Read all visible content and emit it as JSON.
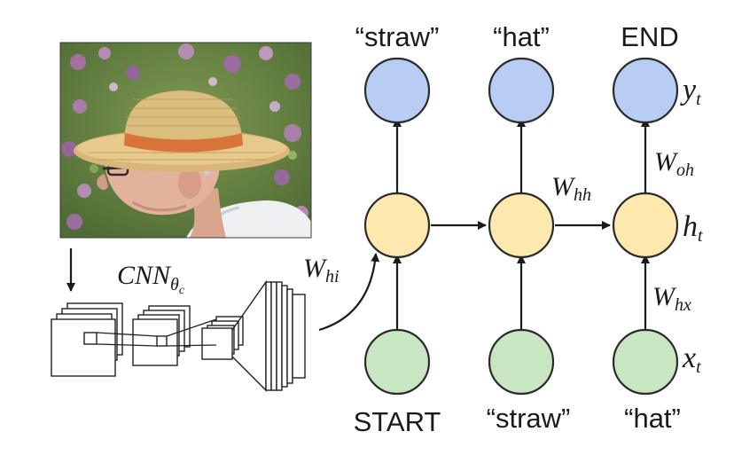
{
  "output_words": [
    "“straw”",
    "“hat”",
    "END"
  ],
  "input_words": [
    "START",
    "“straw”",
    "“hat”"
  ],
  "row_labels": {
    "output": {
      "base": "y",
      "sub": "t"
    },
    "hidden": {
      "base": "h",
      "sub": "t"
    },
    "input": {
      "base": "x",
      "sub": "t"
    }
  },
  "weights": {
    "image_to_hidden": {
      "base": "W",
      "sub": "hi"
    },
    "hidden_to_hidden": {
      "base": "W",
      "sub": "hh"
    },
    "hidden_to_output": {
      "base": "W",
      "sub": "oh"
    },
    "input_to_hidden": {
      "base": "W",
      "sub": "hx"
    }
  },
  "cnn_label": {
    "base": "CNN",
    "sub": "θ",
    "subsub": "c"
  },
  "colors": {
    "output_node": "#b8cdf3",
    "hidden_node": "#fde8ad",
    "input_node": "#c9e6c3",
    "hat_band": "#d8743a",
    "photo_background": "#6d8a45"
  }
}
